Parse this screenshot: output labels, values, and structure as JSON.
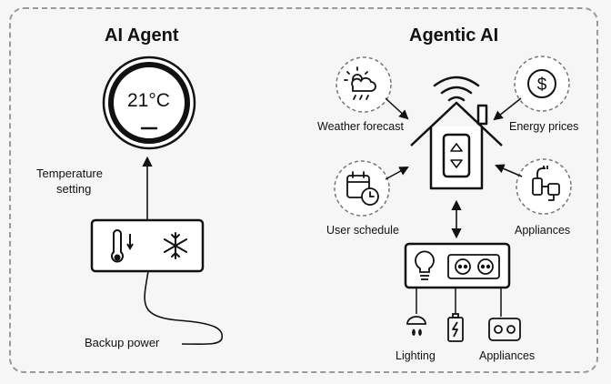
{
  "left": {
    "title": "AI Agent",
    "thermostat_reading": "21°C",
    "setting_label_line1": "Temperature",
    "setting_label_line2": "setting",
    "power_label": "Backup power"
  },
  "right": {
    "title": "Agentic AI",
    "inputs": {
      "weather": "Weather forecast",
      "energy": "Energy prices",
      "schedule": "User schedule",
      "appliances": "Appliances"
    },
    "outputs": {
      "lighting": "Lighting",
      "appliances": "Appliances"
    }
  },
  "icons": [
    "thermostat-icon",
    "thermometer-icon",
    "snowflake-icon",
    "wifi-icon",
    "house-icon",
    "weather-icon",
    "dollar-icon",
    "calendar-clock-icon",
    "plug-icon",
    "lightbulb-icon",
    "socket-icon",
    "battery-icon"
  ]
}
